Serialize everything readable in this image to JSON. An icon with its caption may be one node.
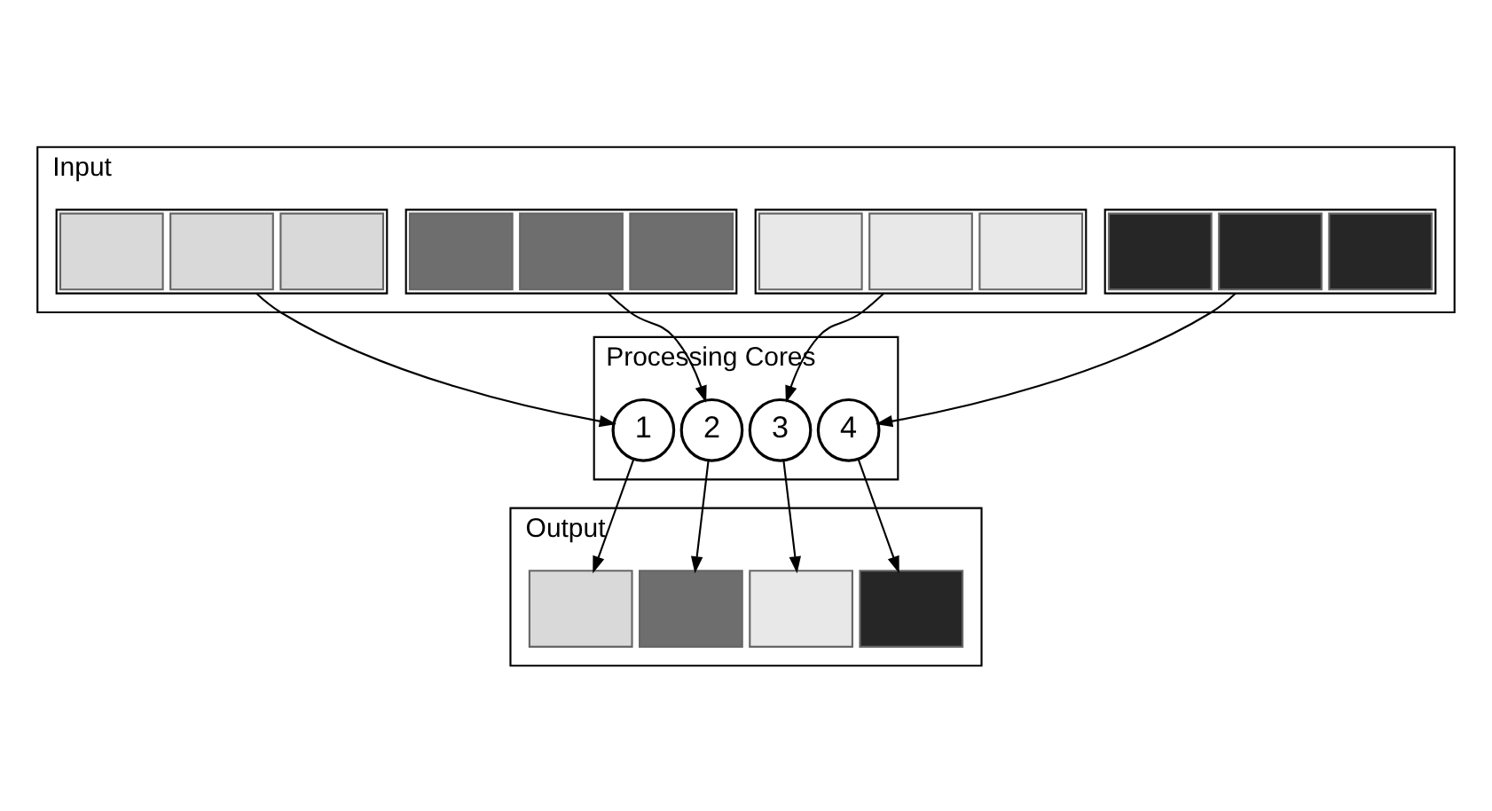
{
  "diagram": {
    "nodes": [
      {
        "text": [
          "Input"
        ]
      },
      {
        "text": [],
        "shape": "bracket",
        "in": 0
      },
      {
        "text": [],
        "shape": "box",
        "in": 1
      },
      {
        "text": [],
        "shape": "box",
        "in": 1
      },
      {
        "text": [],
        "shape": "box",
        "in": 1
      },
      {
        "text": [],
        "shape": "bracket",
        "in": 0
      },
      {
        "text": [],
        "shape": "box",
        "in": 5
      },
      {
        "text": [],
        "shape": "box",
        "in": 5
      },
      {
        "text": [],
        "shape": "box",
        "in": 5
      },
      {
        "text": [],
        "shape": "bracket",
        "in": 0
      },
      {
        "text": [],
        "shape": "box",
        "in": 9
      },
      {
        "text": [],
        "shape": "box",
        "in": 9
      },
      {
        "text": [],
        "shape": "box",
        "in": 9
      },
      {
        "text": [],
        "shape": "bracket",
        "in": 0
      },
      {
        "text": [],
        "shape": "box",
        "in": 13
      },
      {
        "text": [],
        "shape": "box",
        "in": 13
      },
      {
        "text": [],
        "shape": "box",
        "in": 13
      },
      {
        "text": [
          "Processing Cores"
        ]
      },
      {
        "text": [
          "1"
        ],
        "in": 17
      },
      {
        "text": [
          "2"
        ],
        "in": 17
      },
      {
        "text": [
          "3"
        ],
        "in": 17
      },
      {
        "text": [
          "4"
        ],
        "in": 17
      },
      {
        "text": [
          "Output"
        ]
      },
      {
        "text": [],
        "shape": "box",
        "in": 22
      },
      {
        "text": [],
        "shape": "box",
        "in": 22
      },
      {
        "text": [],
        "shape": "box",
        "in": 22
      },
      {
        "text": [],
        "shape": "box",
        "in": 22
      }
    ],
    "edges": [
      {
        "from": 1,
        "to": 18,
        "arrow": "to"
      },
      {
        "from": 5,
        "to": 19,
        "arrow": "to"
      },
      {
        "from": 9,
        "to": 20,
        "arrow": "to"
      },
      {
        "from": 13,
        "to": 21,
        "arrow": "to"
      },
      {
        "from": 18,
        "to": 23,
        "arrow": "to"
      },
      {
        "from": 19,
        "to": 24,
        "arrow": "to"
      },
      {
        "from": 20,
        "to": 25,
        "arrow": "to"
      },
      {
        "from": 21,
        "to": 26,
        "arrow": "to"
      }
    ]
  }
}
